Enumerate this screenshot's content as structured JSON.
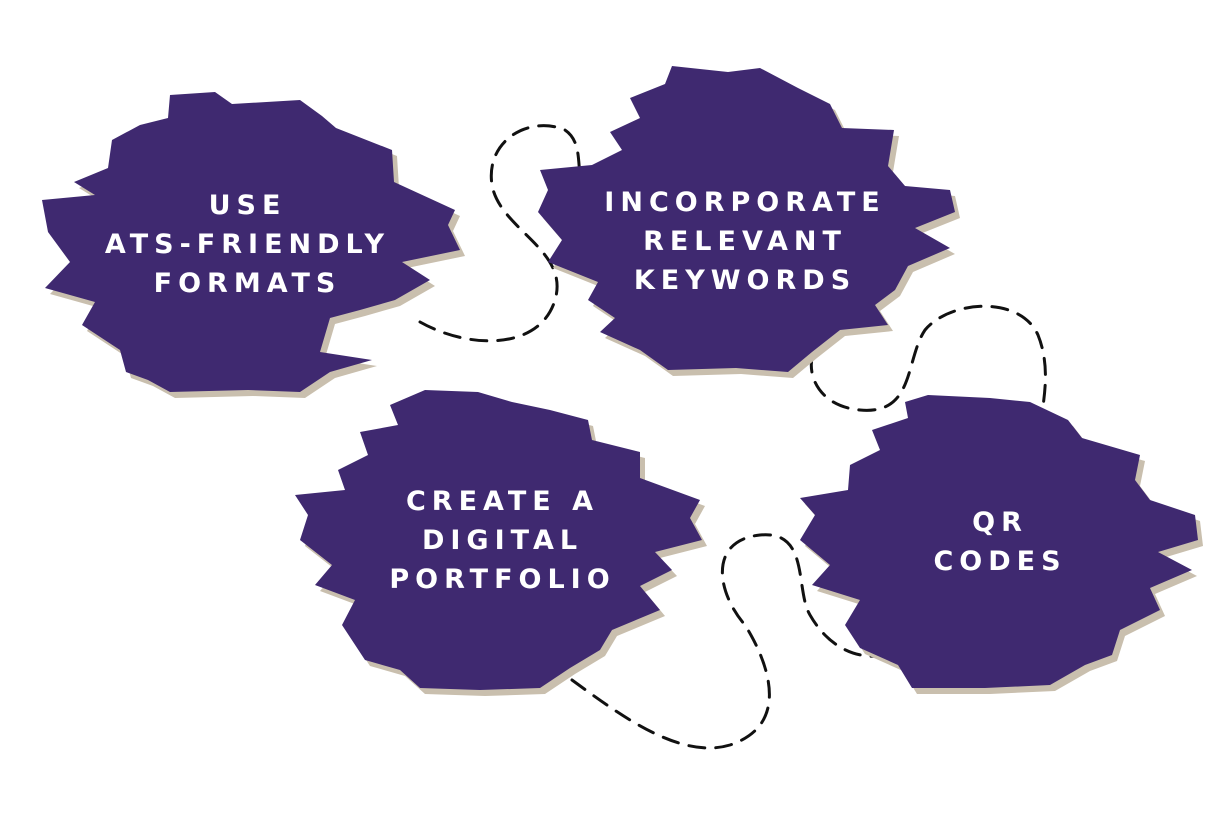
{
  "colors": {
    "blob_fill": "#3f2970",
    "blob_shadow": "#c9bfae",
    "label_text": "#ffffff",
    "connector": "#111111",
    "background": "#ffffff"
  },
  "tips": [
    {
      "id": "ats",
      "lines": [
        "USE",
        "ATS-FRIENDLY",
        "FORMATS"
      ]
    },
    {
      "id": "keywords",
      "lines": [
        "INCORPORATE",
        "RELEVANT",
        "KEYWORDS"
      ]
    },
    {
      "id": "portfolio",
      "lines": [
        "CREATE A",
        "DIGITAL",
        "PORTFOLIO"
      ]
    },
    {
      "id": "qr",
      "lines": [
        "QR",
        "CODES"
      ]
    }
  ]
}
